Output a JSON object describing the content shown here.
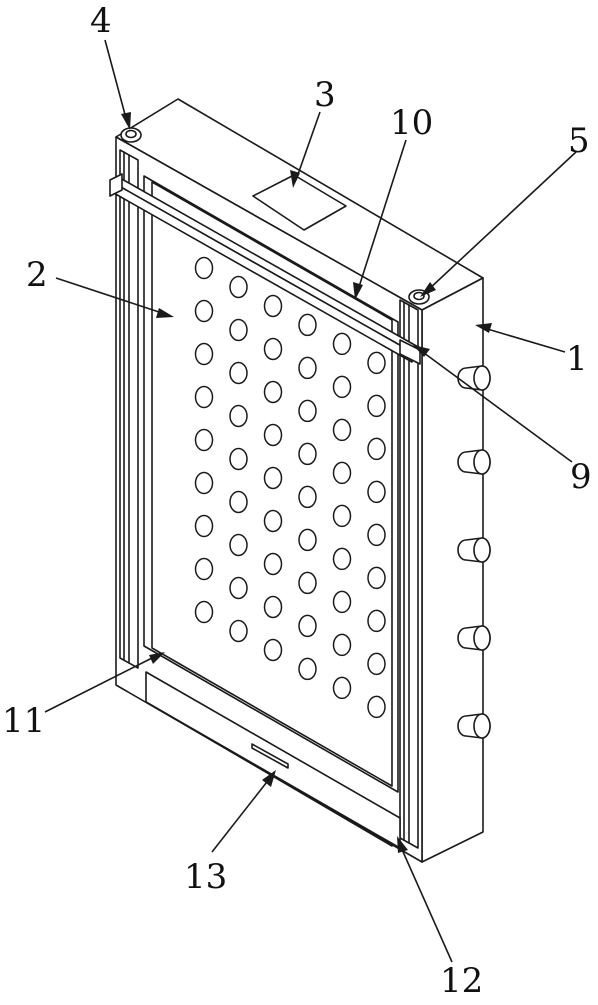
{
  "colors": {
    "line": "#1a1a1a",
    "background": "#ffffff"
  },
  "callouts": [
    {
      "id": "1",
      "label": "1"
    },
    {
      "id": "2",
      "label": "2"
    },
    {
      "id": "3",
      "label": "3"
    },
    {
      "id": "4",
      "label": "4"
    },
    {
      "id": "5",
      "label": "5"
    },
    {
      "id": "9",
      "label": "9"
    },
    {
      "id": "10",
      "label": "10"
    },
    {
      "id": "11",
      "label": "11"
    },
    {
      "id": "12",
      "label": "12"
    },
    {
      "id": "13",
      "label": "13"
    }
  ]
}
